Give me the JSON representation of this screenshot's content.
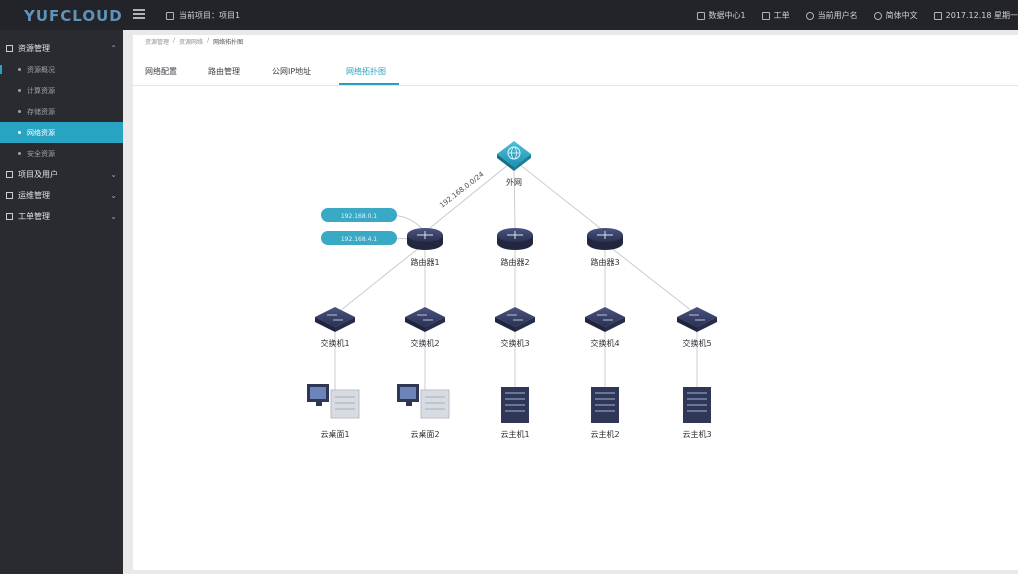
{
  "header": {
    "logo": "YUFCLOUD",
    "project_label": "当前项目：项目1",
    "data_center": "数据中心1",
    "work_order": "工单",
    "current_user": "当前用户名",
    "language": "简体中文",
    "date": "2017.12.18 星期一"
  },
  "sidebar": {
    "groups": [
      {
        "label": "资源管理",
        "items": [
          {
            "label": "资源概况"
          },
          {
            "label": "计算资源"
          },
          {
            "label": "存储资源"
          },
          {
            "label": "网络资源"
          },
          {
            "label": "安全资源"
          }
        ]
      },
      {
        "label": "项目及用户"
      },
      {
        "label": "运维管理"
      },
      {
        "label": "工单管理"
      }
    ]
  },
  "breadcrumb": [
    "资源管理",
    "资源网络",
    "网络拓扑图"
  ],
  "tabs": [
    "网络配置",
    "路由管理",
    "公网IP地址",
    "网络拓扑图"
  ],
  "active_tab": "网络拓扑图",
  "topology": {
    "internet": "外网",
    "uplink_subnet": "192.168.0.0/24",
    "router1_ips": [
      "192.168.0.1",
      "192.168.4.1"
    ],
    "routers": [
      "路由器1",
      "路由器2",
      "路由器3"
    ],
    "switches": [
      "交换机1",
      "交换机2",
      "交换机3",
      "交换机4",
      "交换机5"
    ],
    "hosts": [
      "云桌面1",
      "云桌面2",
      "云主机1",
      "云主机2",
      "云主机3"
    ]
  },
  "colors": {
    "accent": "#29a3c2",
    "sidebar_bg": "#292b30",
    "topbar_bg": "#232429",
    "device_dark": "#2f3656"
  }
}
